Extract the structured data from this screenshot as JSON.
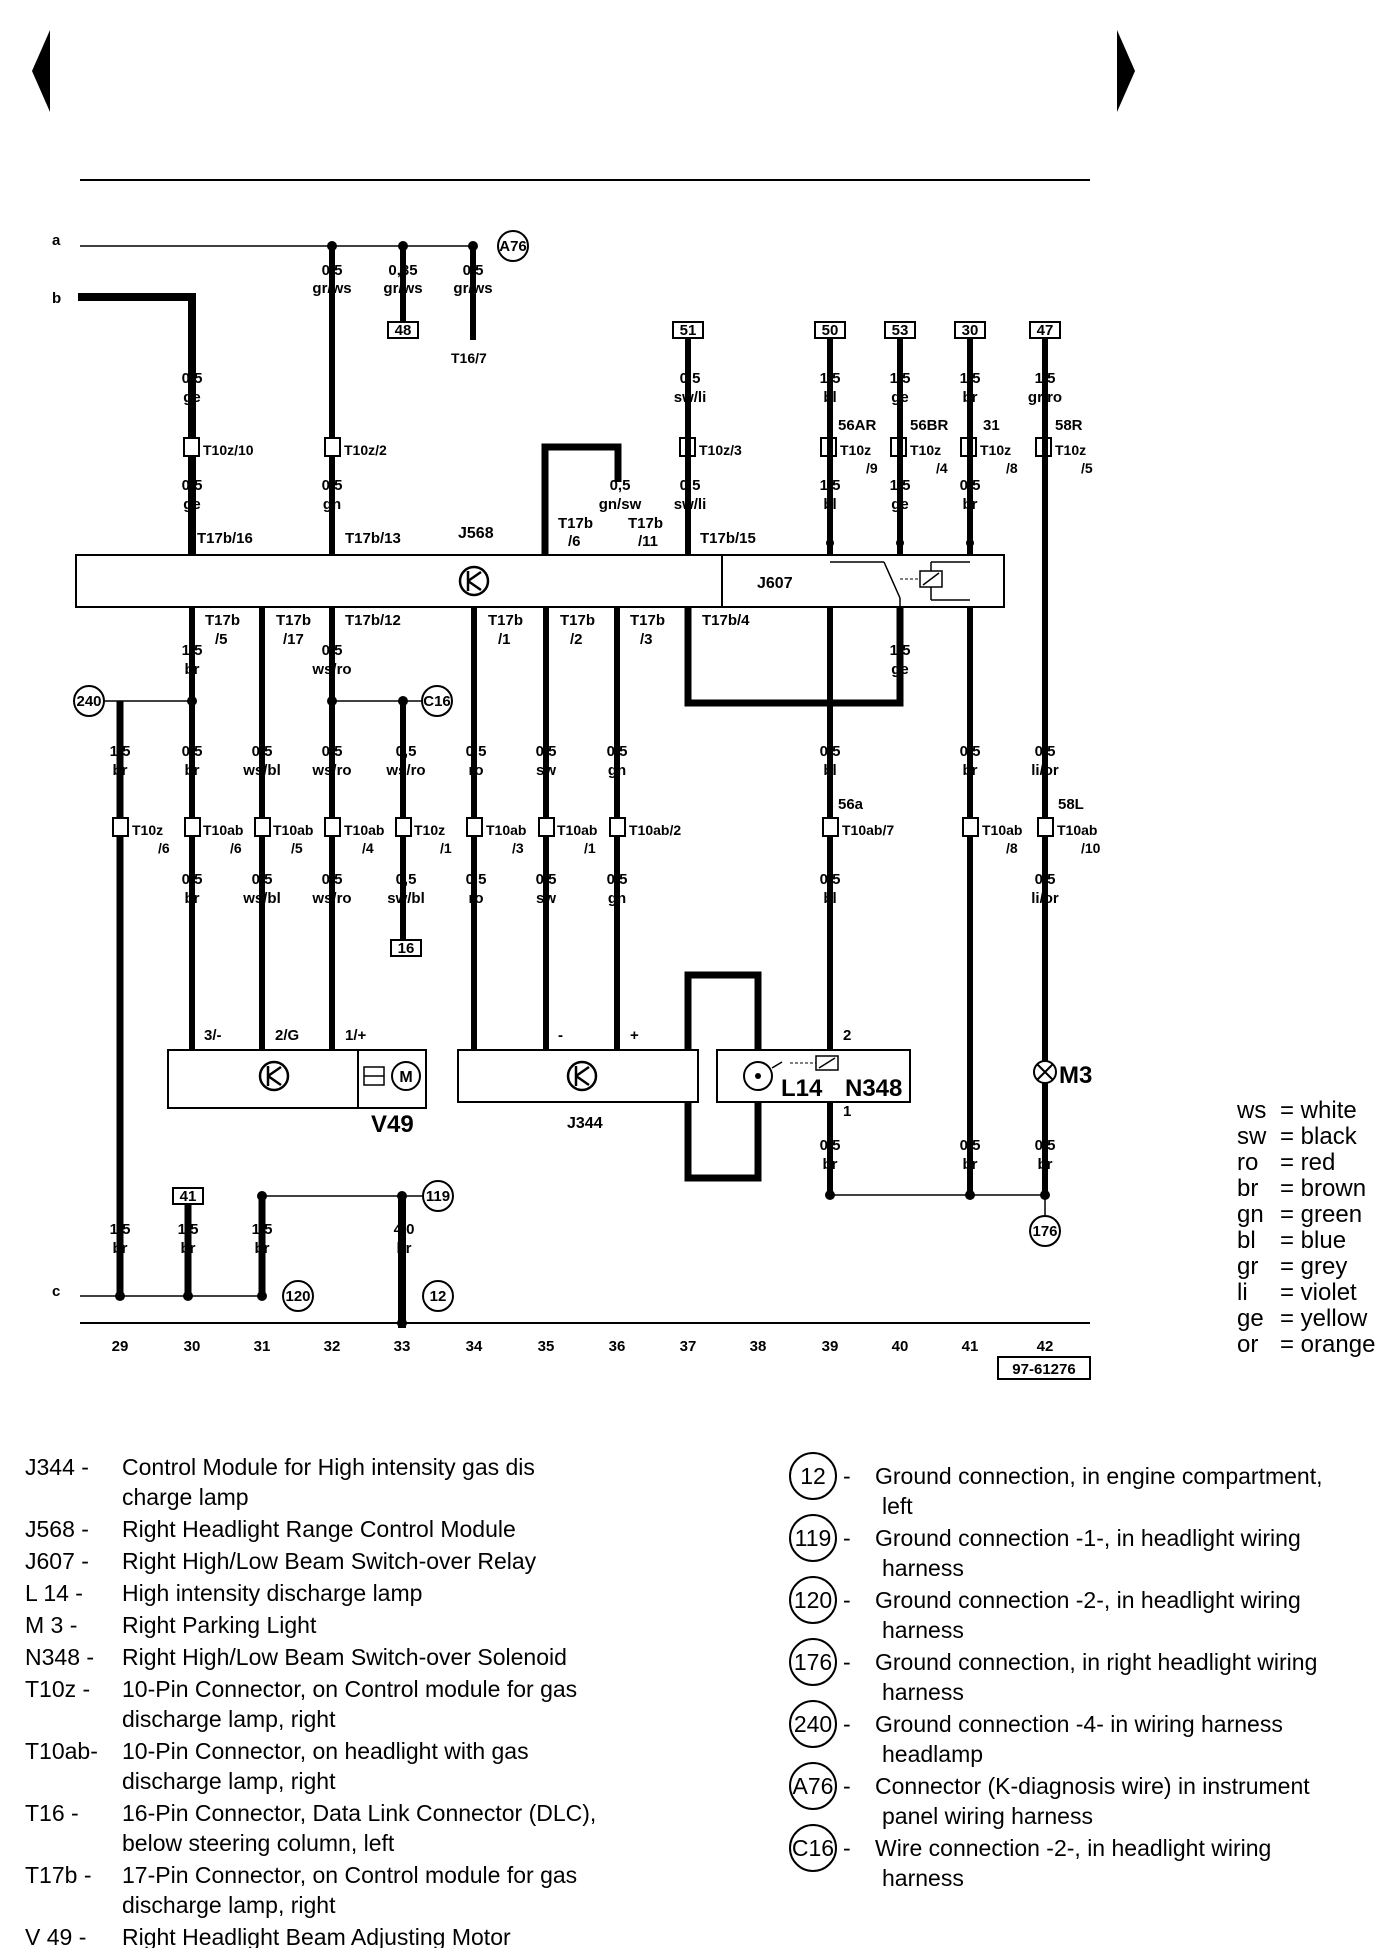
{
  "nav": {
    "prev_label": "previous page",
    "next_label": "next page"
  },
  "diagram_id": "97-61276",
  "rails": {
    "a": "a",
    "b": "b",
    "c": "c"
  },
  "components": {
    "J568": "J568",
    "J607": "J607",
    "J344": "J344",
    "V49": "V49",
    "L14": "L14",
    "N348": "N348",
    "M3": "M3"
  },
  "ground_points": {
    "A76": "A76",
    "240": "240",
    "C16": "C16",
    "119": "119",
    "120": "120",
    "12": "12",
    "176": "176"
  },
  "relays": {
    "r51": "51",
    "r50": "50",
    "r53": "53",
    "r30": "30",
    "r47": "47",
    "r48": "48",
    "r16": "16",
    "r41": "41"
  },
  "wires": {
    "a1": [
      "0,5",
      "gr/ws"
    ],
    "a2": [
      "0,35",
      "gr/ws"
    ],
    "a3": [
      "0,5",
      "gr/ws"
    ],
    "b_top": [
      "0,5",
      "ge"
    ],
    "b_mid": [
      "0,5",
      "ge"
    ],
    "g_top": [
      "0,5",
      "gn"
    ],
    "sw_top": [
      "0,5",
      "sw/li"
    ],
    "sw_mid": [
      "0,5",
      "sw/li"
    ],
    "gnsw": [
      "0,5",
      "gn/sw"
    ],
    "bl_top": [
      "1,5",
      "bl"
    ],
    "bl_mid": [
      "1,5",
      "bl"
    ],
    "ge_top": [
      "1,5",
      "ge"
    ],
    "ge_mid": [
      "1,5",
      "ge"
    ],
    "br_top": [
      "1,5",
      "br"
    ],
    "br_mid": [
      "0,5",
      "br"
    ],
    "gro_top": [
      "1,5",
      "gr/ro"
    ],
    "r1": [
      "1,5",
      "br"
    ],
    "r2": [
      "1,5",
      "ge"
    ],
    "r3": [
      "0,5",
      "ws/ro"
    ],
    "m29": [
      "1,5",
      "br"
    ],
    "m30": [
      "0,5",
      "br"
    ],
    "m31": [
      "0,5",
      "ws/bl"
    ],
    "m32": [
      "0,5",
      "ws/ro"
    ],
    "m33": [
      "0,5",
      "ws/ro"
    ],
    "m34": [
      "0,5",
      "ro"
    ],
    "m35": [
      "0,5",
      "sw"
    ],
    "m36": [
      "0,5",
      "gn"
    ],
    "m39": [
      "0,5",
      "bl"
    ],
    "m41": [
      "0,5",
      "br"
    ],
    "m42": [
      "0,5",
      "li/or"
    ],
    "l30": [
      "0,5",
      "br"
    ],
    "l31": [
      "0,5",
      "ws/bl"
    ],
    "l32": [
      "0,5",
      "ws/ro"
    ],
    "l33": [
      "0,5",
      "sw/bl"
    ],
    "l34": [
      "0,5",
      "ro"
    ],
    "l35": [
      "0,5",
      "sw"
    ],
    "l36": [
      "0,5",
      "gn"
    ],
    "l39": [
      "0,5",
      "bl"
    ],
    "l42": [
      "0,5",
      "li/or"
    ],
    "g39": [
      "0,5",
      "br"
    ],
    "g41": [
      "0,5",
      "br"
    ],
    "g42": [
      "0,5",
      "br"
    ],
    "c29": [
      "1,5",
      "br"
    ],
    "c30": [
      "1,5",
      "br"
    ],
    "c31": [
      "1,5",
      "br"
    ],
    "c33": [
      "4,0",
      "br"
    ]
  },
  "connectors_top": {
    "t1": "T10z/10",
    "t2": "T10z/2",
    "t3": "T10z/3",
    "t4a": "T10z",
    "t4b": "/9",
    "t5a": "T10z",
    "t5b": "/4",
    "t6a": "T10z",
    "t6b": "/8",
    "t7a": "T10z",
    "t7b": "/5",
    "p4": "56AR",
    "p5": "56BR",
    "p6": "31",
    "p7": "58R",
    "t16": "T16/7"
  },
  "pins_top": {
    "p16": "T17b/16",
    "p13": "T17b/13",
    "p6a": "T17b",
    "p6b": "/6",
    "p11a": "T17b",
    "p11b": "/11",
    "p15": "T17b/15"
  },
  "pins_bottom": {
    "q5a": "T17b",
    "q5b": "/5",
    "q17a": "T17b",
    "q17b": "/17",
    "q12": "T17b/12",
    "q1a": "T17b",
    "q1b": "/1",
    "q2a": "T17b",
    "q2b": "/2",
    "q3a": "T17b",
    "q3b": "/3",
    "q4": "T17b/4"
  },
  "connectors_mid": {
    "c29a": "T10z",
    "c29b": "/6",
    "c30a": "T10ab",
    "c30b": "/6",
    "c31a": "T10ab",
    "c31b": "/5",
    "c32a": "T10ab",
    "c32b": "/4",
    "c33a": "T10z",
    "c33b": "/1",
    "c34a": "T10ab",
    "c34b": "/3",
    "c35a": "T10ab",
    "c35b": "/1",
    "c36": "T10ab/2",
    "c39": "T10ab/7",
    "c41a": "T10ab",
    "c41b": "/8",
    "c42a": "T10ab",
    "c42b": "/10",
    "p39": "56a",
    "p42": "58L"
  },
  "component_pins": {
    "v3": "3/-",
    "v2": "2/G",
    "v1": "1/+",
    "jm": "-",
    "jp": "+",
    "n2": "2",
    "n1": "1"
  },
  "tracks": [
    "29",
    "30",
    "31",
    "32",
    "33",
    "34",
    "35",
    "36",
    "37",
    "38",
    "39",
    "40",
    "41",
    "42"
  ],
  "color_key": [
    {
      "abbr": "ws",
      "name": "= white"
    },
    {
      "abbr": "sw",
      "name": "= black"
    },
    {
      "abbr": "ro",
      "name": "= red"
    },
    {
      "abbr": "br",
      "name": "= brown"
    },
    {
      "abbr": "gn",
      "name": "= green"
    },
    {
      "abbr": "bl",
      "name": "= blue"
    },
    {
      "abbr": "gr",
      "name": "= grey"
    },
    {
      "abbr": "li",
      "name": "= violet"
    },
    {
      "abbr": "ge",
      "name": "= yellow"
    },
    {
      "abbr": "or",
      "name": "= orange"
    }
  ],
  "legend_left": [
    {
      "code": "J344 -",
      "lines": [
        "Control Module for High intensity gas dis",
        "charge lamp"
      ]
    },
    {
      "code": "J568 -",
      "lines": [
        "Right Headlight Range Control Module"
      ]
    },
    {
      "code": "J607 -",
      "lines": [
        "Right High/Low Beam Switch-over Relay"
      ]
    },
    {
      "code": "L 14 -",
      "lines": [
        "High intensity discharge lamp"
      ]
    },
    {
      "code": "M  3 -",
      "lines": [
        "Right Parking Light"
      ]
    },
    {
      "code": "N348 -",
      "lines": [
        "Right High/Low Beam Switch-over Solenoid"
      ]
    },
    {
      "code": "T10z  -",
      "lines": [
        "10-Pin Connector, on Control module for gas",
        "discharge lamp, right"
      ]
    },
    {
      "code": "T10ab-",
      "lines": [
        "10-Pin Connector, on headlight with gas",
        "discharge lamp, right"
      ]
    },
    {
      "code": "T16   -",
      "lines": [
        "16-Pin Connector, Data Link Connector (DLC),",
        "below steering column, left"
      ]
    },
    {
      "code": "T17b -",
      "lines": [
        "17-Pin Connector, on Control module for gas",
        "discharge lamp, right"
      ]
    },
    {
      "code": "V 49 -",
      "lines": [
        "Right Headlight Beam Adjusting Motor"
      ]
    }
  ],
  "legend_right": [
    {
      "id": "12",
      "lines": [
        "Ground connection, in engine compartment,",
        "left"
      ]
    },
    {
      "id": "119",
      "lines": [
        "Ground connection -1-, in headlight wiring",
        "harness"
      ]
    },
    {
      "id": "120",
      "lines": [
        "Ground connection -2-, in headlight wiring",
        "harness"
      ]
    },
    {
      "id": "176",
      "lines": [
        "Ground connection, in right headlight wiring",
        "harness"
      ]
    },
    {
      "id": "240",
      "lines": [
        "Ground connection -4- in wiring harness",
        "headlamp"
      ]
    },
    {
      "id": "A76",
      "lines": [
        "Connector (K-diagnosis wire) in instrument",
        "panel wiring harness"
      ]
    },
    {
      "id": "C16",
      "lines": [
        "Wire connection -2-, in headlight wiring",
        "harness"
      ]
    }
  ]
}
